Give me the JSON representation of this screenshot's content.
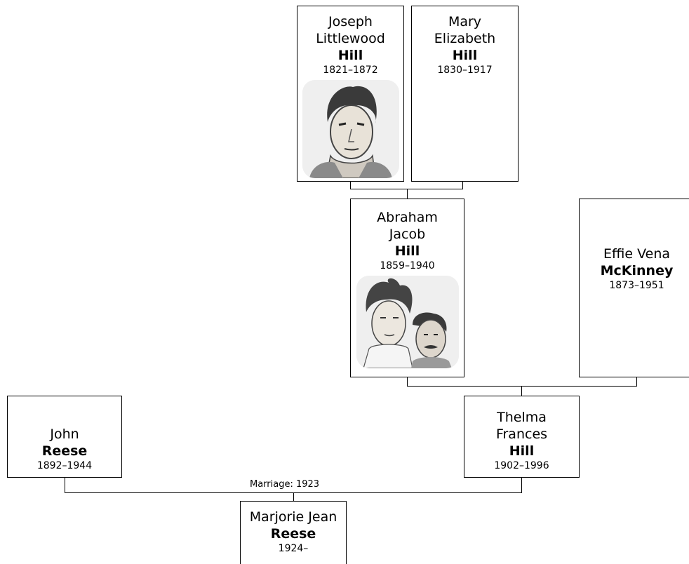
{
  "people": {
    "joseph": {
      "given_lines": [
        "Joseph",
        "Littlewood"
      ],
      "surname": "Hill",
      "years": "1821–1872",
      "portrait": "portrait-of-joseph-hill"
    },
    "mary": {
      "given_lines": [
        "Mary",
        "Elizabeth"
      ],
      "surname": "Hill",
      "years": "1830–1917"
    },
    "abraham": {
      "given_lines": [
        "Abraham",
        "Jacob"
      ],
      "surname": "Hill",
      "years": "1859–1940",
      "portrait": "portrait-of-abraham-and-effie"
    },
    "effie": {
      "given_lines": [
        "Effie Vena"
      ],
      "surname": "McKinney",
      "years": "1873–1951"
    },
    "john": {
      "given_lines": [
        "John"
      ],
      "surname": "Reese",
      "years": "1892–1944"
    },
    "thelma": {
      "given_lines": [
        "Thelma",
        "Frances"
      ],
      "surname": "Hill",
      "years": "1902–1996"
    },
    "marjorie": {
      "given_lines": [
        "Marjorie Jean"
      ],
      "surname": "Reese",
      "years": "1924–"
    }
  },
  "marriage_label": "Marriage: 1923",
  "colors": {
    "line": "#000000",
    "box_border": "#000000",
    "background": "#ffffff"
  }
}
